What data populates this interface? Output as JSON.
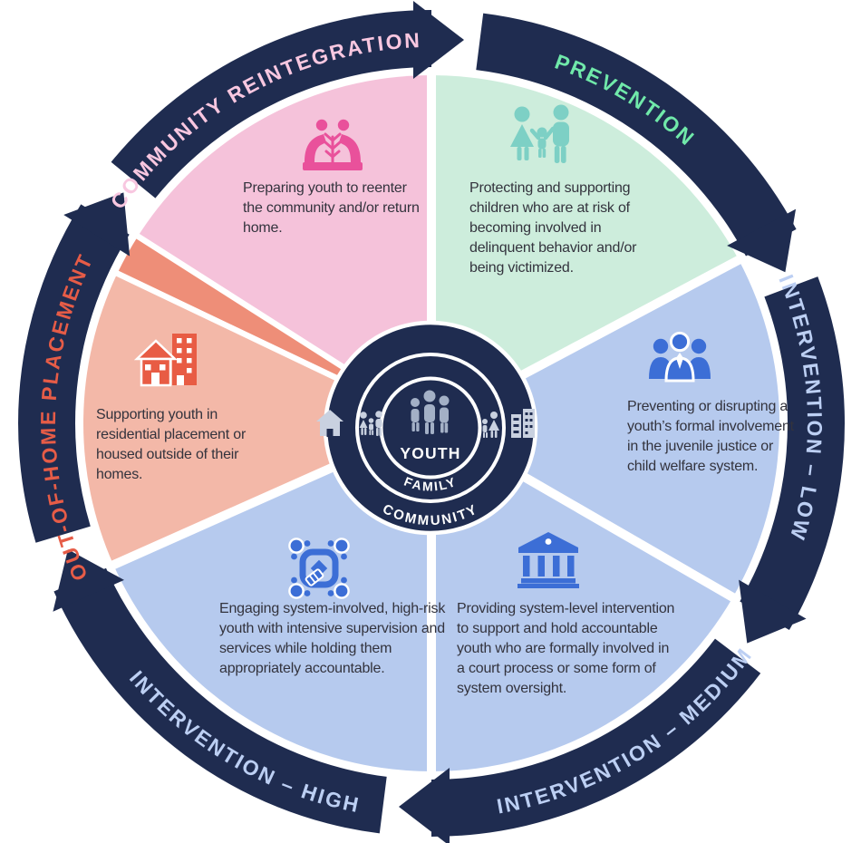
{
  "diagram": {
    "type": "circular-continuum-wheel",
    "flow_arrows": {
      "count": 6,
      "direction": "clockwise"
    }
  },
  "colors": {
    "ring_navy": "#1F2C50",
    "white": "#FFFFFF",
    "description_text": "#33333D",
    "segments": {
      "prevention": "#CDEDDC",
      "low": "#B6CAEE",
      "medium": "#B6CAEE",
      "high": "#B6CAEE",
      "out_of_home": "#F3B8A8",
      "out_of_home_stripe": "#EE8E78",
      "reintegration": "#F5C2DA"
    },
    "ring_labels": {
      "prevention": "#70E9AA",
      "low": "#BCCFF3",
      "medium": "#BCCFF3",
      "high": "#BCCFF3",
      "out_of_home": "#E65C47",
      "reintegration": "#F8C7E0"
    },
    "icons": {
      "prevention": "#7DD0C5",
      "low": "#3C6ED6",
      "medium": "#3C6ED6",
      "high": "#3C6ED6",
      "out_of_home": "#E85C44",
      "reintegration": "#E9519B",
      "hub_light": "#C9D1E0",
      "hub_inner": "#A3B0C6"
    }
  },
  "center": {
    "inner_label": "YOUTH",
    "middle_label": "FAMILY",
    "outer_label": "COMMUNITY"
  },
  "segments": [
    {
      "id": "prevention",
      "ring_label": "PREVENTION",
      "description": "Protecting and supporting children who are at risk of becoming involved in delinquent behavior and/or being victimized.",
      "icon": "family-holding-hands-icon"
    },
    {
      "id": "intervention-low",
      "ring_label": "INTERVENTION – LOW",
      "description": "Preventing or disrupting a youth’s formal involvement in the juvenile justice or child welfare system.",
      "icon": "people-group-icon"
    },
    {
      "id": "intervention-medium",
      "ring_label": "INTERVENTION – MEDIUM",
      "description": "Providing system-level intervention to support and hold accountable youth who are formally involved in a court process or some form of system oversight.",
      "icon": "courthouse-icon"
    },
    {
      "id": "intervention-high",
      "ring_label": "INTERVENTION – HIGH",
      "description": "Engaging system-involved, high-risk youth with intensive supervision and services while holding them appropriately accountable.",
      "icon": "roundtable-supervision-icon"
    },
    {
      "id": "out-of-home-placement",
      "ring_label": "OUT-OF-HOME PLACEMENT",
      "description": "Supporting youth in residential placement or housed outside of their homes.",
      "icon": "house-and-building-icon"
    },
    {
      "id": "community-reintegration",
      "ring_label": "COMMUNITY REINTEGRATION",
      "description": "Preparing youth to reenter the community and/or return home.",
      "icon": "planting-together-icon"
    }
  ]
}
